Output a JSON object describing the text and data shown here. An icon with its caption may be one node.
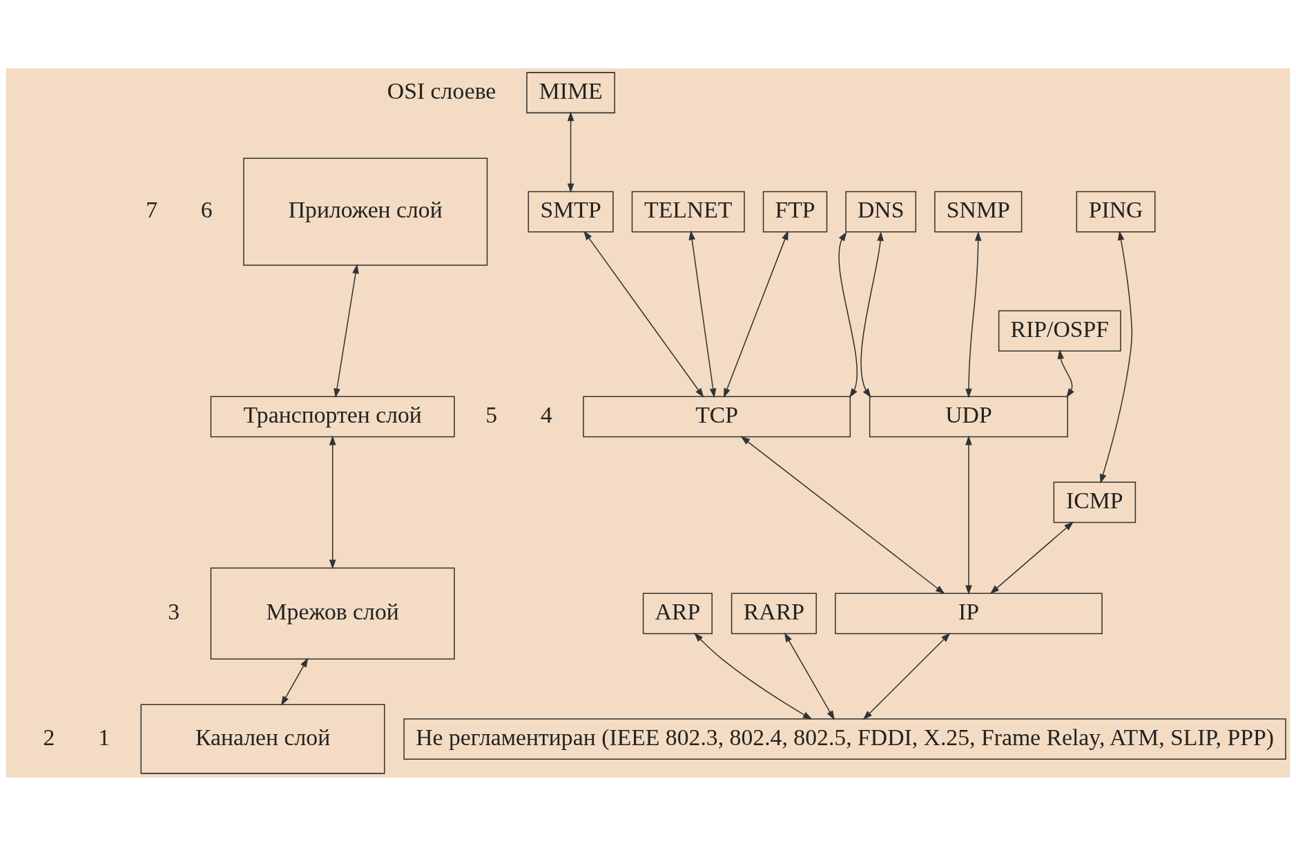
{
  "diagram": {
    "nodes": [
      {
        "text": [
          "Приложен слой"
        ]
      },
      {
        "text": [
          "Транспортен слой"
        ]
      },
      {
        "text": [
          "Мрежов слой"
        ]
      },
      {
        "text": [
          "Канален слой"
        ]
      },
      {
        "text": [
          "MIME"
        ]
      },
      {
        "text": [
          "SMTP"
        ]
      },
      {
        "text": [
          "TELNET"
        ]
      },
      {
        "text": [
          "FTP"
        ]
      },
      {
        "text": [
          "DNS"
        ]
      },
      {
        "text": [
          "SNMP"
        ]
      },
      {
        "text": [
          "PING"
        ]
      },
      {
        "text": [
          "RIP/OSPF"
        ]
      },
      {
        "text": [
          "TCP"
        ]
      },
      {
        "text": [
          "UDP"
        ]
      },
      {
        "text": [
          "ICMP"
        ]
      },
      {
        "text": [
          "ARP"
        ]
      },
      {
        "text": [
          "RARP"
        ]
      },
      {
        "text": [
          "IP"
        ]
      },
      {
        "text": [
          "Не регламентиран (IEEE 802.3, 802.4, 802.5, FDDI, X.25, Frame Relay, ATM, SLIP, PPP)"
        ]
      }
    ],
    "edges": [
      {
        "from": 0,
        "to": 1,
        "arrow": "both"
      },
      {
        "from": 1,
        "to": 2,
        "arrow": "both"
      },
      {
        "from": 2,
        "to": 3,
        "arrow": "both"
      },
      {
        "from": 4,
        "to": 5,
        "arrow": "both"
      },
      {
        "from": 5,
        "to": 12,
        "arrow": "both"
      },
      {
        "from": 6,
        "to": 12,
        "arrow": "both"
      },
      {
        "from": 7,
        "to": 12,
        "arrow": "both"
      },
      {
        "from": 8,
        "to": 12,
        "arrow": "both"
      },
      {
        "from": 8,
        "to": 13,
        "arrow": "both"
      },
      {
        "from": 9,
        "to": 13,
        "arrow": "both"
      },
      {
        "from": 11,
        "to": 13,
        "arrow": "both"
      },
      {
        "from": 10,
        "to": 14,
        "arrow": "both"
      },
      {
        "from": 12,
        "to": 17,
        "arrow": "both"
      },
      {
        "from": 13,
        "to": 17,
        "arrow": "both"
      },
      {
        "from": 14,
        "to": 17,
        "arrow": "both"
      },
      {
        "from": 15,
        "to": 18,
        "arrow": "both"
      },
      {
        "from": 16,
        "to": 18,
        "arrow": "both"
      },
      {
        "from": 17,
        "to": 18,
        "arrow": "both"
      }
    ],
    "labels": [
      "OSI слоеве",
      "7",
      "6",
      "5",
      "4",
      "3",
      "2",
      "1"
    ]
  }
}
